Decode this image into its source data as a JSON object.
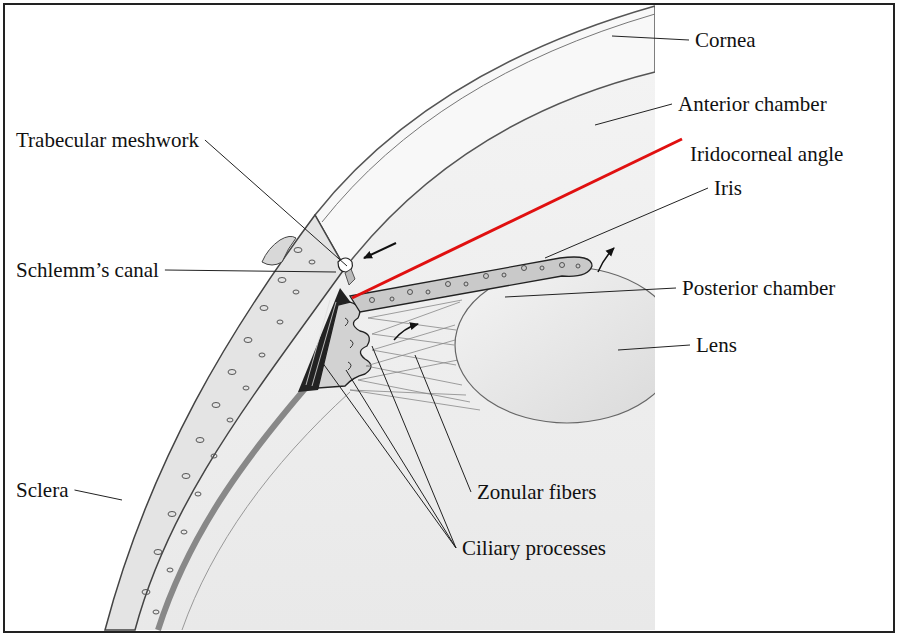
{
  "diagram": {
    "labels": [
      "Cornea",
      "Anterior chamber",
      "Iridocorneal angle",
      "Iris",
      "Posterior chamber",
      "Lens",
      "Trabecular meshwork",
      "Schlemm’s canal",
      "Sclera",
      "Zonular fibers",
      "Ciliary processes"
    ]
  }
}
